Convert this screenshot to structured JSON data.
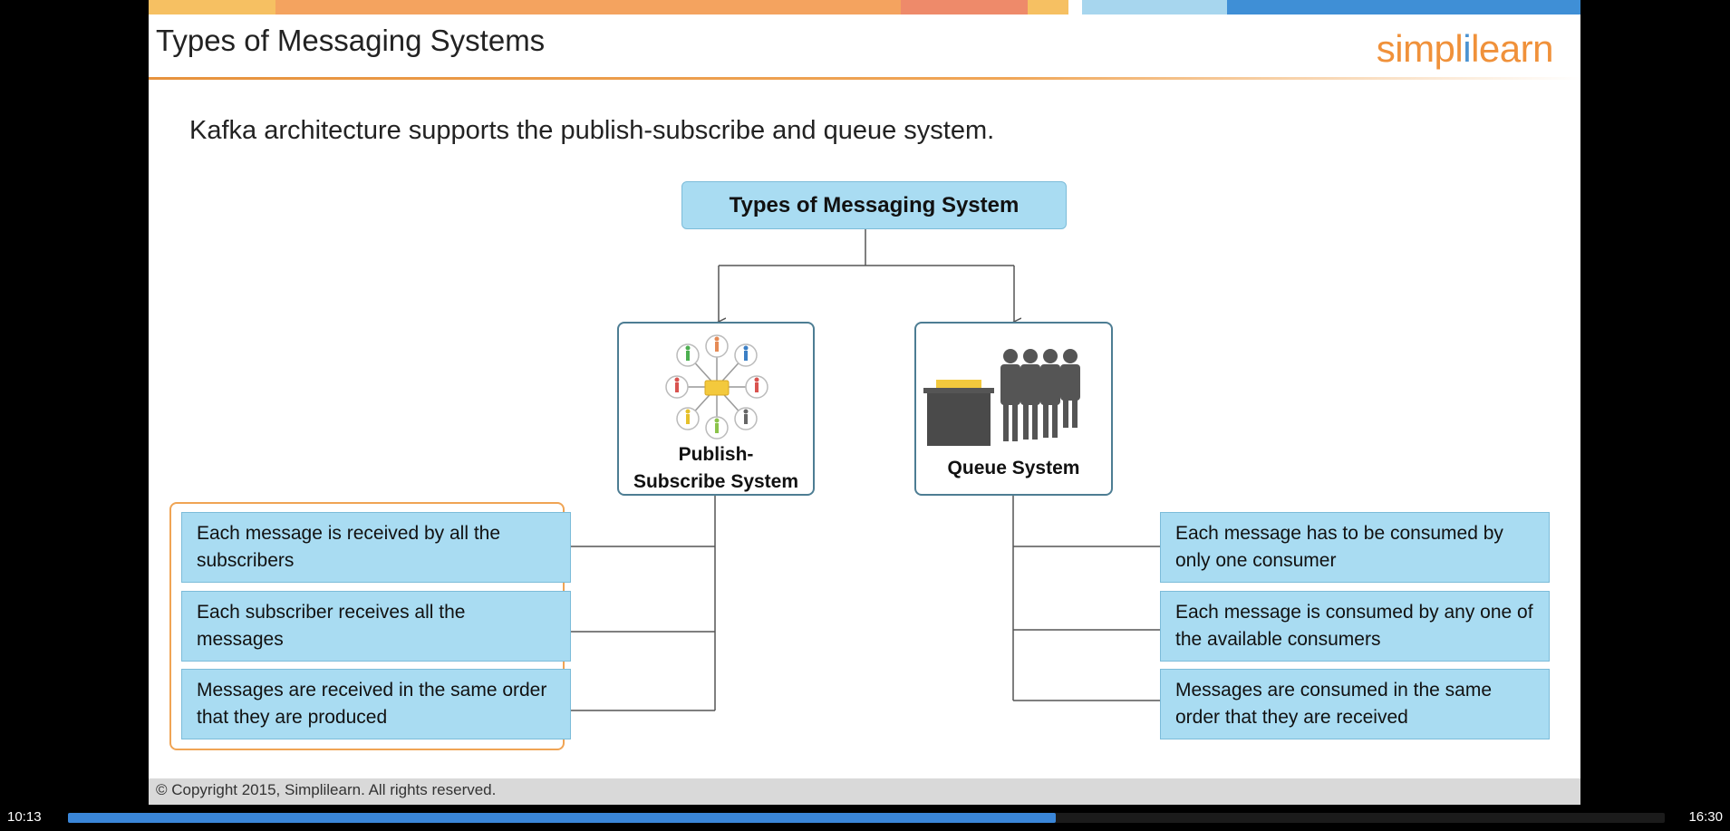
{
  "slide": {
    "title": "Types of Messaging Systems",
    "logo_prefix": "simpl",
    "logo_mid": "i",
    "logo_suffix": "learn",
    "subtitle": "Kafka architecture supports the publish-subscribe and queue system.",
    "footer": "© Copyright 2015, Simplilearn. All rights reserved."
  },
  "diagram": {
    "root": "Types of Messaging System",
    "publish_subscribe": {
      "label_line1": "Publish-",
      "label_line2": "Subscribe System",
      "points": [
        "Each message is received by all the subscribers",
        "Each subscriber receives all the messages",
        "Messages are received in the same order that they are produced"
      ]
    },
    "queue": {
      "label": "Queue System",
      "points": [
        "Each message has to be consumed by only one consumer",
        "Each message is consumed by any one of the available consumers",
        "Messages are consumed in the same order that they are received"
      ]
    }
  },
  "player": {
    "current_time": "10:13",
    "total_time": "16:30",
    "progress": 0.6188
  },
  "colors": {
    "accent_orange": "#f0a454",
    "box_blue": "#a9dcf2",
    "logo_blue": "#4a93d1",
    "progress_blue": "#3a86d8"
  },
  "icons": {
    "publish_subscribe": "network-people-icon",
    "queue": "queue-people-icon"
  }
}
